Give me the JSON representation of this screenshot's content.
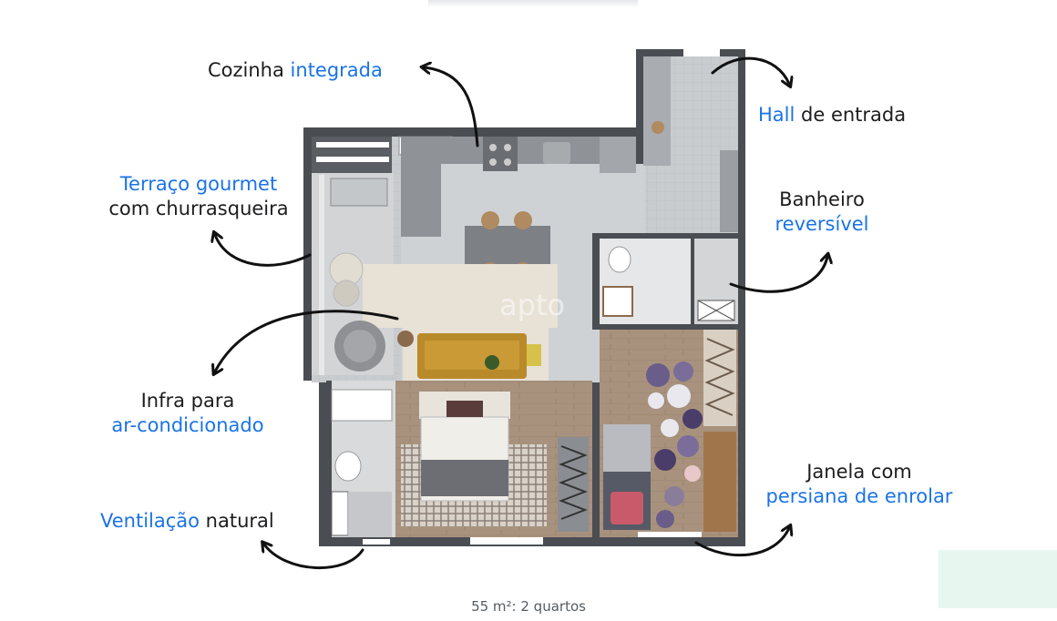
{
  "labels": {
    "cozinha": {
      "plain": "Cozinha ",
      "highlight": "integrada"
    },
    "hall": {
      "highlight": "Hall",
      "plain": " de entrada"
    },
    "terraco": {
      "line1": "Terraço  gourmet",
      "line2": "com churrasqueira"
    },
    "banheiro": {
      "line1": "Banheiro",
      "line2": "reversível"
    },
    "infra": {
      "line1": "Infra para",
      "line2": "ar-condicionado"
    },
    "janela": {
      "line1": "Janela com",
      "line2": "persiana de enrolar"
    },
    "ventilacao": {
      "highlight": "Ventilação",
      "plain": " natural"
    }
  },
  "caption": "55 m²: 2 quartos",
  "watermark": "apto",
  "colors": {
    "highlight": "#1a73e8",
    "text": "#1d1d1f",
    "wall": "#4a4d52"
  }
}
